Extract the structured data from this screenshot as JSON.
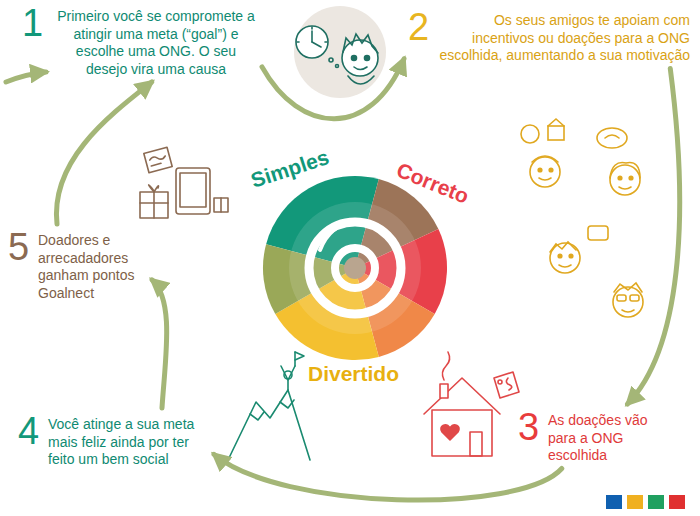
{
  "diagram": {
    "nodes": [
      {
        "text": [
          "1",
          "Primeiro você se compromete a atingir uma meta (“goal”) e escolhe uma ONG. O seu desejo vira uma causa"
        ]
      },
      {
        "text": [
          "2",
          "Os seus amigos te apoiam com incentivos ou doações para a ONG escolhida, aumentando a sua motivação"
        ]
      },
      {
        "text": [
          "3",
          "As doações vão para a ONG escolhida"
        ]
      },
      {
        "text": [
          "4",
          "Você atinge a sua meta mais feliz ainda por ter feito um bem social"
        ]
      },
      {
        "text": [
          "5",
          "Doadores e arrecadadores ganham pontos Goalnect"
        ]
      }
    ],
    "edges": [
      {
        "from": 0,
        "to": 1,
        "arrow": "to"
      },
      {
        "from": 1,
        "to": 2,
        "arrow": "to"
      },
      {
        "from": 2,
        "to": 3,
        "arrow": "to"
      },
      {
        "from": 3,
        "to": 4,
        "arrow": "to"
      },
      {
        "from": 4,
        "to": 0,
        "arrow": "to"
      }
    ],
    "labels": [
      "Simples",
      "Correto",
      "Divertido"
    ]
  }
}
